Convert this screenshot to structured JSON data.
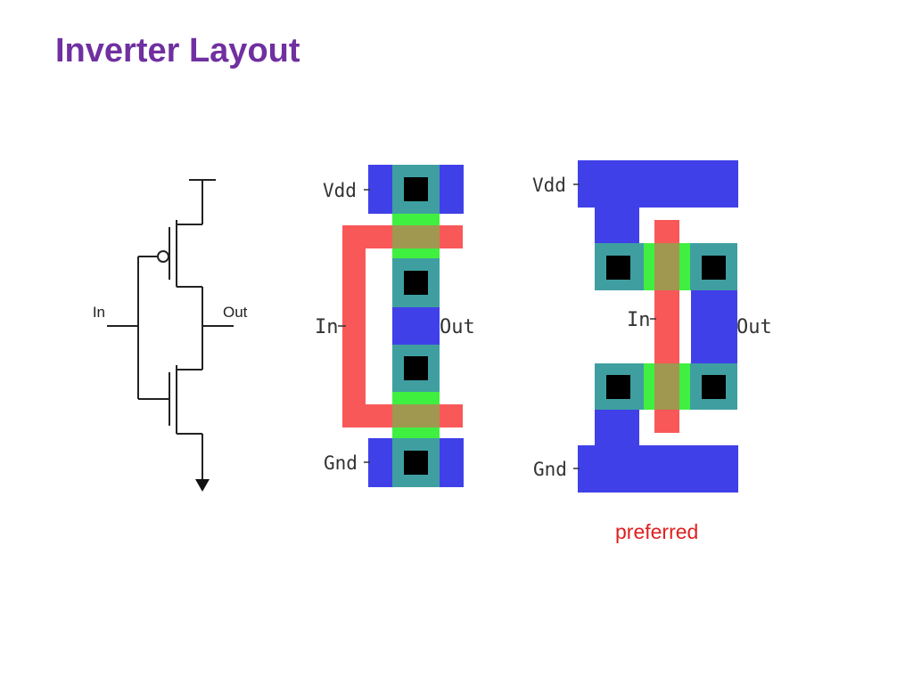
{
  "slide": {
    "title": "Inverter Layout"
  },
  "colors": {
    "title": "#7030a0",
    "metal": "#4040e8",
    "poly": "#f85858",
    "active": "#40f040",
    "diffusion": "#3f9fa0",
    "gate": "#a09850",
    "contact": "#000000",
    "note": "#e02020"
  },
  "schematic": {
    "input_label": "In",
    "output_label": "Out"
  },
  "layout_a": {
    "vdd_label": "Vdd",
    "in_label": "In",
    "out_label": "Out",
    "gnd_label": "Gnd"
  },
  "layout_b": {
    "vdd_label": "Vdd",
    "in_label": "In",
    "out_label": "Out",
    "gnd_label": "Gnd",
    "note": "preferred"
  }
}
